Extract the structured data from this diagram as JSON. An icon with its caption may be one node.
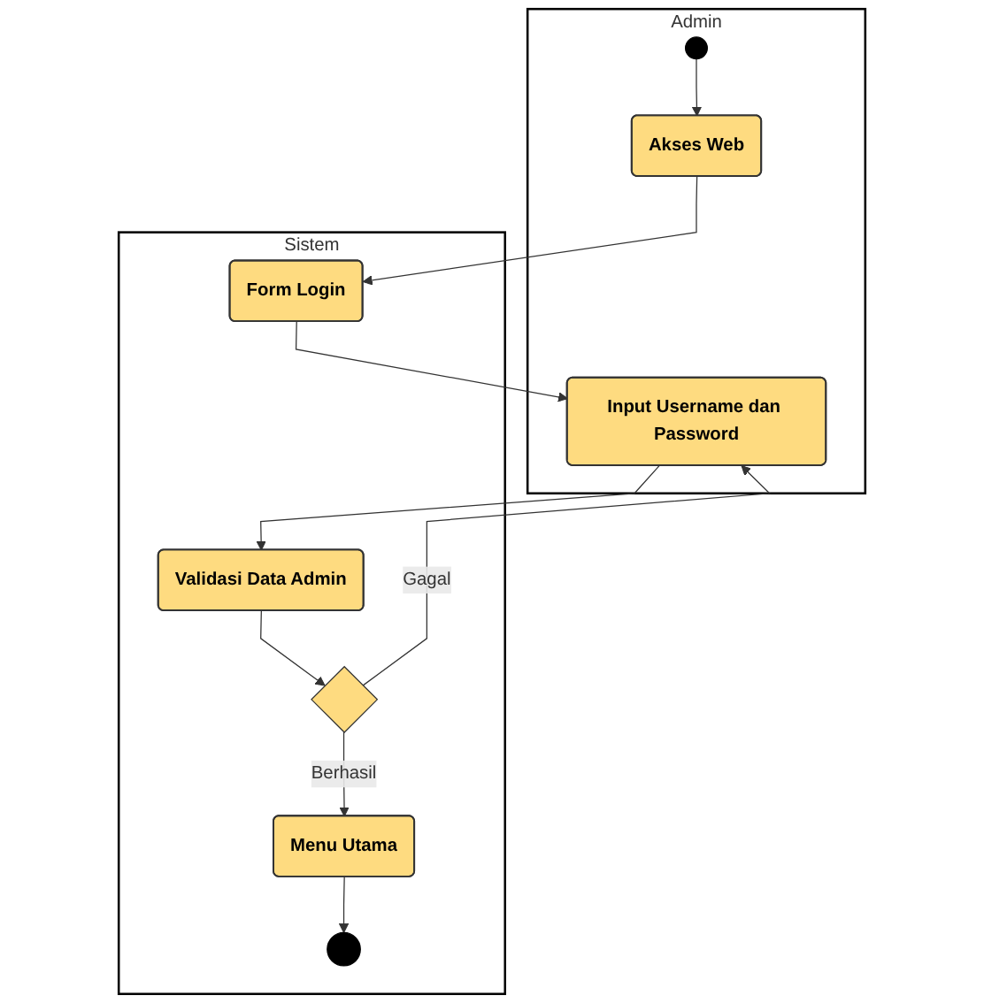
{
  "diagram": {
    "nodes": [
      {
        "text": [
          "Admin"
        ]
      },
      {
        "text": [
          "Sistem"
        ]
      },
      {
        "text": [],
        "shape": "circle",
        "in": 0
      },
      {
        "text": [
          "Akses Web"
        ],
        "in": 0
      },
      {
        "text": [
          "Form Login"
        ],
        "in": 1
      },
      {
        "text": [
          "Input Username dan Password"
        ],
        "in": 0
      },
      {
        "text": [
          "Validasi Data Admin"
        ],
        "in": 1
      },
      {
        "text": [],
        "shape": "diamond",
        "in": 1
      },
      {
        "text": [
          "Menu Utama"
        ],
        "in": 1
      },
      {
        "text": [],
        "shape": "circle",
        "in": 1
      }
    ],
    "edges": [
      {
        "from": 2,
        "to": 3,
        "arrow": "to"
      },
      {
        "from": 3,
        "to": 4,
        "arrow": "to"
      },
      {
        "from": 4,
        "to": 5,
        "arrow": "to"
      },
      {
        "from": 5,
        "to": 6,
        "arrow": "to"
      },
      {
        "from": 6,
        "to": 7,
        "arrow": "to"
      },
      {
        "from": 7,
        "to": 5,
        "label": "Gagal",
        "arrow": "to"
      },
      {
        "from": 7,
        "to": 8,
        "label": "Berhasil",
        "arrow": "to"
      },
      {
        "from": 8,
        "to": 9,
        "arrow": "to"
      }
    ]
  }
}
